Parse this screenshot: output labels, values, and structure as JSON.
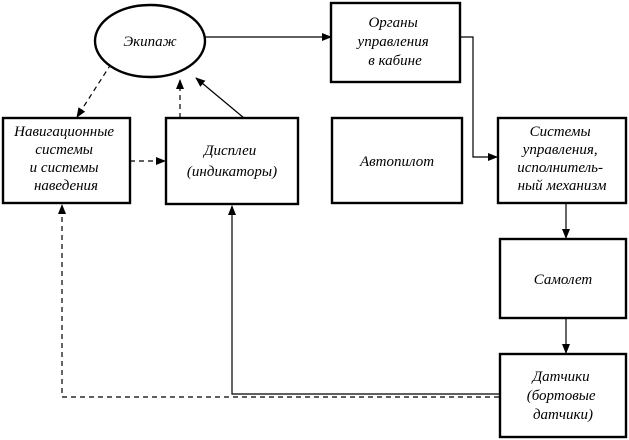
{
  "nodes": {
    "crew": {
      "lines": [
        "Экипаж"
      ]
    },
    "controls": {
      "lines": [
        "Органы",
        "управления",
        "в кабине"
      ]
    },
    "navigation": {
      "lines": [
        "Навигационные",
        "системы",
        "и системы",
        "наведения"
      ]
    },
    "displays": {
      "lines": [
        "Дисплеи",
        "(индикаторы)"
      ]
    },
    "autopilot": {
      "lines": [
        "Автопилот"
      ]
    },
    "actuators": {
      "lines": [
        "Системы",
        "управления,",
        "исполнитель-",
        "ный механизм"
      ]
    },
    "aircraft": {
      "lines": [
        "Самолет"
      ]
    },
    "sensors": {
      "lines": [
        "Датчики",
        "(бортовые",
        "датчики)"
      ]
    }
  },
  "edges": [
    {
      "from": "crew",
      "to": "controls",
      "style": "solid"
    },
    {
      "from": "controls",
      "to": "actuators",
      "style": "solid"
    },
    {
      "from": "actuators",
      "to": "aircraft",
      "style": "solid"
    },
    {
      "from": "aircraft",
      "to": "sensors",
      "style": "solid"
    },
    {
      "from": "sensors",
      "to": "displays",
      "style": "solid"
    },
    {
      "from": "sensors",
      "to": "navigation",
      "style": "dashed"
    },
    {
      "from": "navigation",
      "to": "displays",
      "style": "dashed"
    },
    {
      "from": "displays",
      "to": "crew",
      "style": "solid"
    },
    {
      "from": "displays",
      "to": "crew",
      "style": "dashed"
    },
    {
      "from": "crew",
      "to": "navigation",
      "style": "dashed"
    }
  ]
}
